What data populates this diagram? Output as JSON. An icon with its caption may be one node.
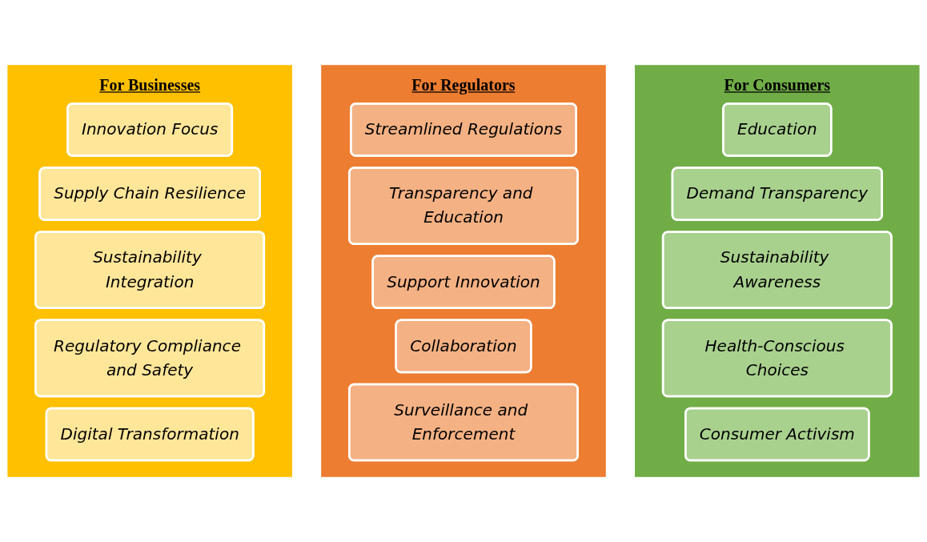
{
  "diagram": {
    "nodes": [
      {
        "text": [
          "For Businesses"
        ]
      },
      {
        "text": [
          "Innovation Focus"
        ],
        "in": 0
      },
      {
        "text": [
          "Supply Chain Resilience"
        ],
        "in": 0
      },
      {
        "text": [
          "Sustainability Integration"
        ],
        "in": 0
      },
      {
        "text": [
          "Regulatory Compliance and Safety"
        ],
        "in": 0
      },
      {
        "text": [
          "Digital Transformation"
        ],
        "in": 0
      },
      {
        "text": [
          "For Regulators"
        ]
      },
      {
        "text": [
          "Streamlined Regulations"
        ],
        "in": 6
      },
      {
        "text": [
          "Transparency and Education"
        ],
        "in": 6
      },
      {
        "text": [
          "Support Innovation"
        ],
        "in": 6
      },
      {
        "text": [
          "Collaboration"
        ],
        "in": 6
      },
      {
        "text": [
          "Surveillance and Enforcement"
        ],
        "in": 6
      },
      {
        "text": [
          "For Consumers"
        ]
      },
      {
        "text": [
          "Education"
        ],
        "in": 12
      },
      {
        "text": [
          "Demand Transparency"
        ],
        "in": 12
      },
      {
        "text": [
          "Sustainability Awareness"
        ],
        "in": 12
      },
      {
        "text": [
          "Health-Conscious Choices"
        ],
        "in": 12
      },
      {
        "text": [
          "Consumer Activism"
        ],
        "in": 12
      }
    ],
    "edges": []
  }
}
